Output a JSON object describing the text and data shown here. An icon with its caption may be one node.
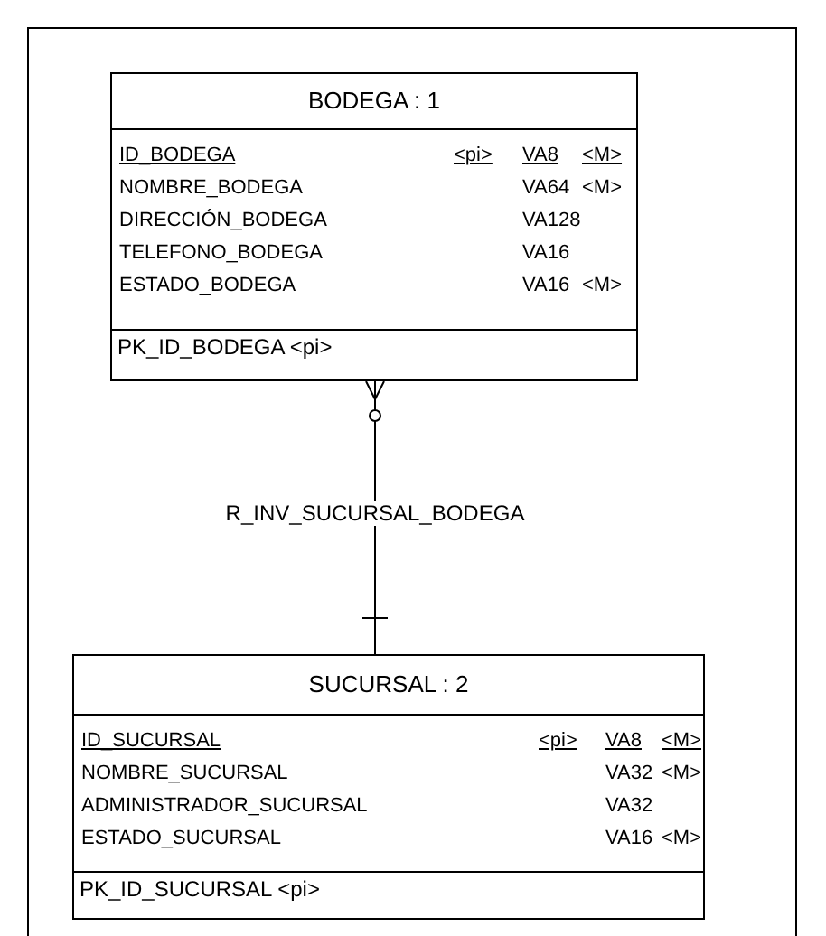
{
  "diagram": {
    "nodes": [
      {
        "text": [
          "BODEGA : 1"
        ]
      },
      {
        "text": [
          "ID_BODEGA",
          "<pi>",
          "VA8",
          "<M>"
        ],
        "in": 0
      },
      {
        "text": [
          "NOMBRE_BODEGA",
          "VA64",
          "<M>"
        ],
        "in": 0
      },
      {
        "text": [
          "DIRECCIÓN_BODEGA",
          "VA128"
        ],
        "in": 0
      },
      {
        "text": [
          "TELEFONO_BODEGA",
          "VA16"
        ],
        "in": 0
      },
      {
        "text": [
          "ESTADO_BODEGA",
          "VA16",
          "<M>"
        ],
        "in": 0
      },
      {
        "text": [
          "PK_ID_BODEGA <pi>"
        ],
        "in": 0
      },
      {
        "text": [
          "SUCURSAL : 2"
        ]
      },
      {
        "text": [
          "ID_SUCURSAL",
          "<pi>",
          "VA8",
          "<M>"
        ],
        "in": 7
      },
      {
        "text": [
          "NOMBRE_SUCURSAL",
          "VA32",
          "<M>"
        ],
        "in": 7
      },
      {
        "text": [
          "ADMINISTRADOR_SUCURSAL",
          "VA32"
        ],
        "in": 7
      },
      {
        "text": [
          "ESTADO_SUCURSAL",
          "VA16",
          "<M>"
        ],
        "in": 7
      },
      {
        "text": [
          "PK_ID_SUCURSAL <pi>"
        ],
        "in": 7
      }
    ],
    "edges": [
      {
        "from": 0,
        "to": 7,
        "arrow": "other",
        "label": "R_INV_SUCURSAL_BODEGA"
      }
    ]
  }
}
